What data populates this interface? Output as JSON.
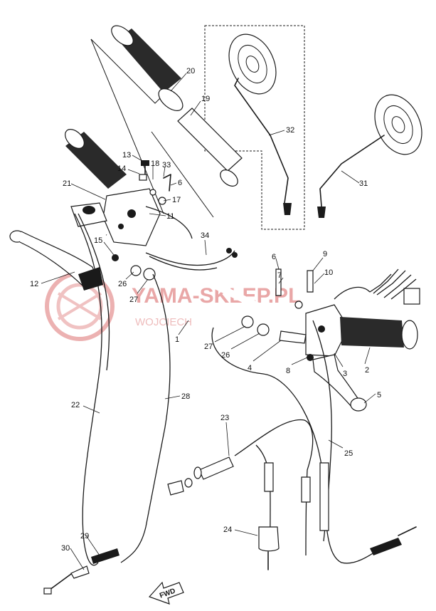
{
  "diagram": {
    "parts": [
      {
        "id": "p1",
        "label": "1"
      },
      {
        "id": "p2",
        "label": "2"
      },
      {
        "id": "p3",
        "label": "3"
      },
      {
        "id": "p4",
        "label": "4"
      },
      {
        "id": "p5",
        "label": "5"
      },
      {
        "id": "p6",
        "label": "6"
      },
      {
        "id": "p6b",
        "label": "6"
      },
      {
        "id": "p7",
        "label": "7"
      },
      {
        "id": "p8",
        "label": "8"
      },
      {
        "id": "p9",
        "label": "9"
      },
      {
        "id": "p10",
        "label": "10"
      },
      {
        "id": "p11",
        "label": "11"
      },
      {
        "id": "p12",
        "label": "12"
      },
      {
        "id": "p13",
        "label": "13"
      },
      {
        "id": "p14",
        "label": "14"
      },
      {
        "id": "p15",
        "label": "15"
      },
      {
        "id": "p17",
        "label": "17"
      },
      {
        "id": "p18",
        "label": "18"
      },
      {
        "id": "p19",
        "label": "19"
      },
      {
        "id": "p20",
        "label": "20"
      },
      {
        "id": "p21",
        "label": "21"
      },
      {
        "id": "p22",
        "label": "22"
      },
      {
        "id": "p23",
        "label": "23"
      },
      {
        "id": "p24",
        "label": "24"
      },
      {
        "id": "p25",
        "label": "25"
      },
      {
        "id": "p26",
        "label": "26"
      },
      {
        "id": "p26b",
        "label": "26"
      },
      {
        "id": "p27",
        "label": "27"
      },
      {
        "id": "p27b",
        "label": "27"
      },
      {
        "id": "p28",
        "label": "28"
      },
      {
        "id": "p29",
        "label": "29"
      },
      {
        "id": "p30",
        "label": "30"
      },
      {
        "id": "p31",
        "label": "31"
      },
      {
        "id": "p32",
        "label": "32"
      },
      {
        "id": "p33",
        "label": "33"
      },
      {
        "id": "p34",
        "label": "34"
      }
    ],
    "forward_mark": "FWD"
  },
  "watermark": {
    "main": "YAMA-SKLEP.PL",
    "sub": "WOJCIECH"
  },
  "colors": {
    "ink": "#1a1a1a",
    "watermark": "#e9a7a7"
  }
}
